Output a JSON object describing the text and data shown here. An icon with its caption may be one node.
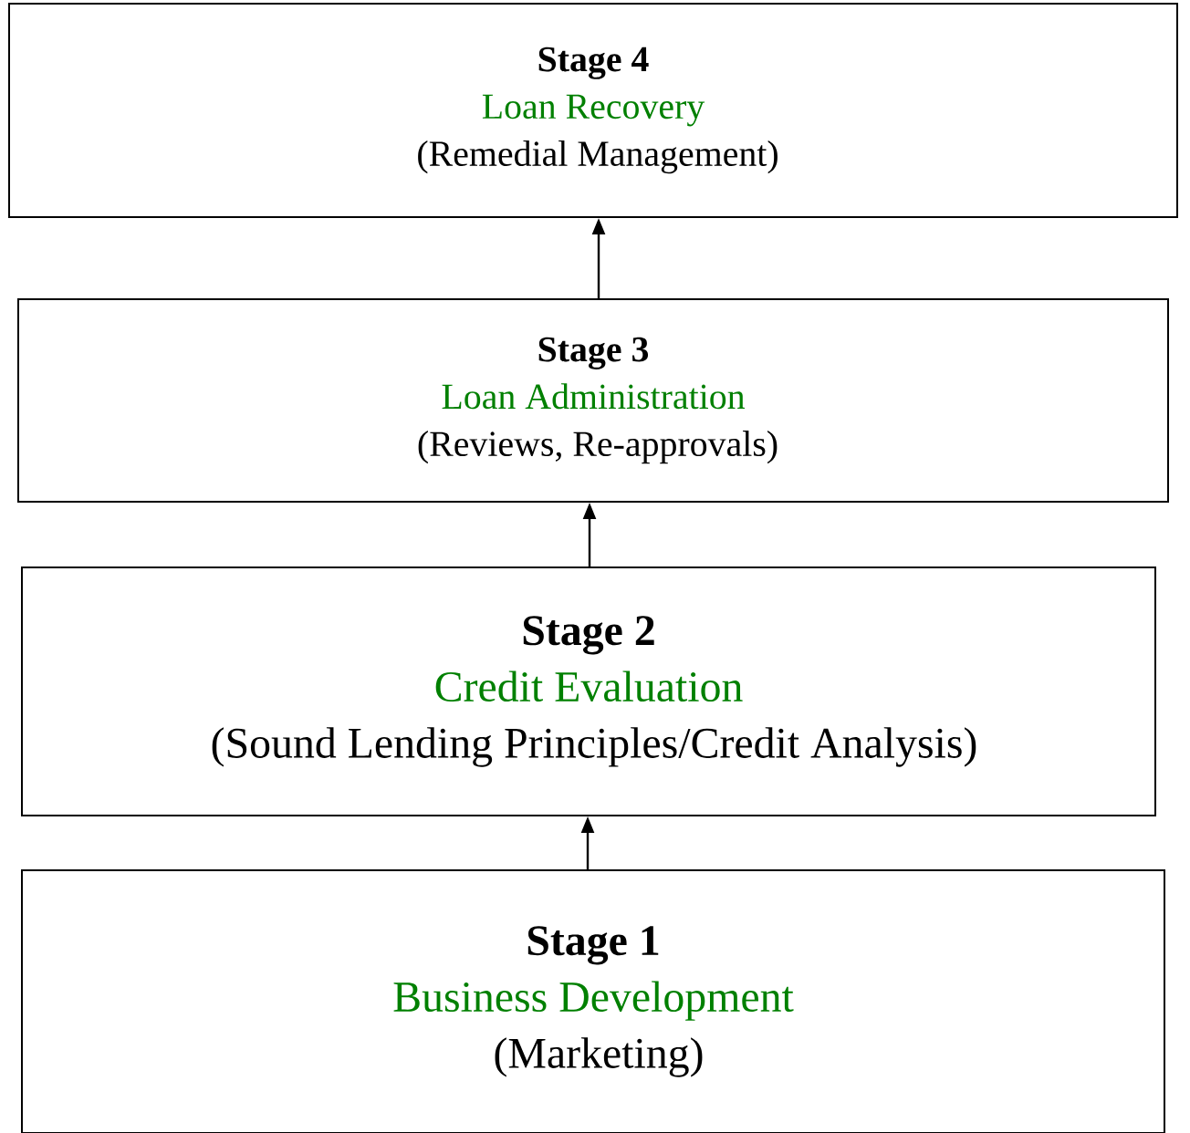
{
  "diagram": {
    "nodes": [
      {
        "text": [
          "Stage 4",
          "Loan Recovery",
          "(Remedial Management)"
        ]
      },
      {
        "text": [
          "Stage 3",
          "Loan Administration",
          "(Reviews, Re-approvals)"
        ]
      },
      {
        "text": [
          "Stage 2",
          "Credit Evaluation",
          "(Sound Lending Principles/Credit Analysis)"
        ]
      },
      {
        "text": [
          "Stage 1",
          "Business Development",
          "(Marketing)"
        ]
      }
    ],
    "edges": [
      {
        "from": 3,
        "to": 2,
        "arrow": "to"
      },
      {
        "from": 2,
        "to": 1,
        "arrow": "to"
      },
      {
        "from": 1,
        "to": 0,
        "arrow": "to"
      }
    ]
  }
}
